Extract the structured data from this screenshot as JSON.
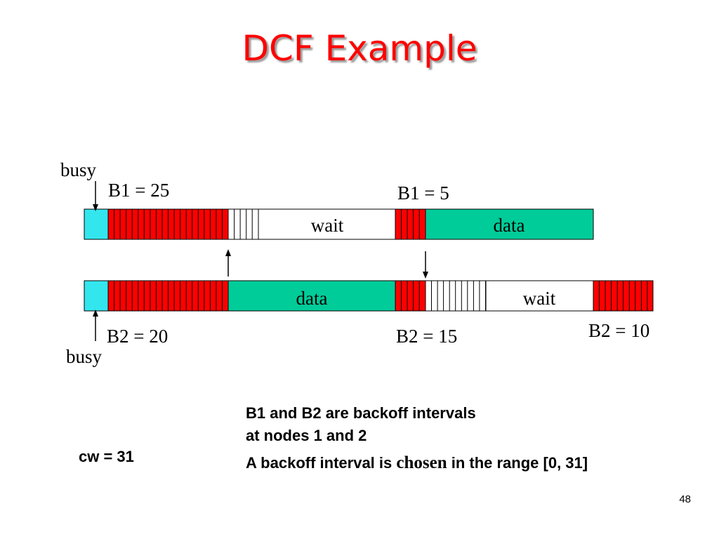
{
  "title": "DCF Example",
  "diagram": {
    "node1": {
      "busy_label": "busy",
      "backoff_start": "B1 = 25",
      "backoff_resume": "B1 = 5",
      "wait_label": "wait",
      "data_label": "data"
    },
    "node2": {
      "busy_label": "busy",
      "backoff_start": "B2 = 20",
      "backoff_resume": "B2 = 15",
      "backoff_remaining": "B2 = 10",
      "data_label": "data",
      "wait_label": "wait"
    },
    "colors": {
      "busy": "#33e6ee",
      "backoff": "#ff0000",
      "data": "#00cc99",
      "wait": "#ffffff"
    }
  },
  "notes": {
    "line1": "B1 and B2 are backoff intervals",
    "line2": "at nodes 1 and 2",
    "line3_pre": "A backoff interval is ",
    "line3_word": "chosen",
    "line3_post": " in the range [0, 31]",
    "cw": "cw = 31"
  },
  "page_number": "48"
}
